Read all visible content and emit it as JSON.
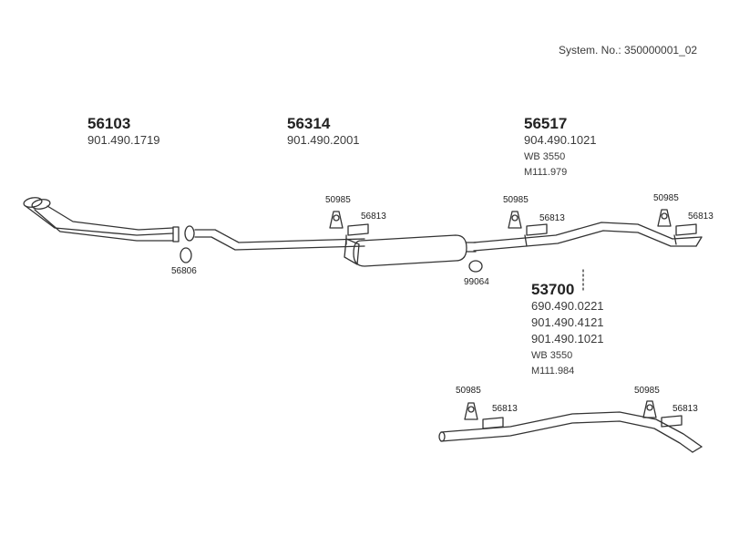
{
  "system_label": "System. No.: 350000001_02",
  "groups": [
    {
      "id": "56103",
      "lines": [
        "901.490.1719"
      ]
    },
    {
      "id": "56314",
      "lines": [
        "901.490.2001"
      ]
    },
    {
      "id": "56517",
      "lines": [
        "904.490.1021",
        "WB 3550",
        "M111.979"
      ]
    },
    {
      "id": "53700",
      "lines": [
        "690.490.0221",
        "901.490.4121",
        "901.490.1021",
        "WB 3550",
        "M111.984"
      ]
    }
  ],
  "part_labels": {
    "ring_front": "56806",
    "clamp_muffler": "99064",
    "hanger": "50985",
    "bracket": "56813"
  }
}
